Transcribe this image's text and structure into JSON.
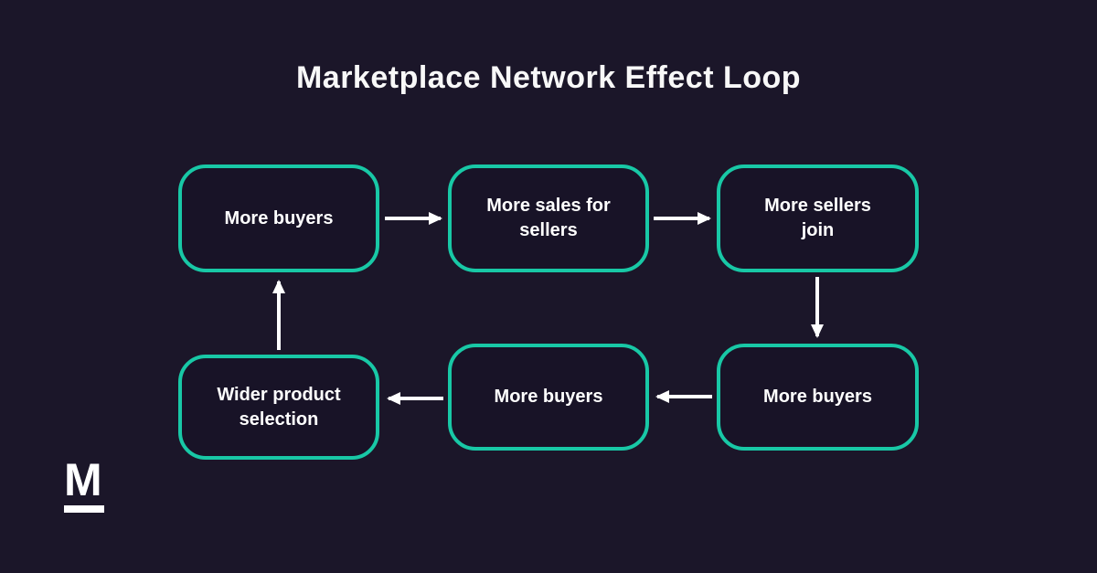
{
  "title": "Marketplace Network Effect Loop",
  "diagram": {
    "type": "cycle-flowchart",
    "nodes": [
      {
        "id": "top-left",
        "label": "More buyers"
      },
      {
        "id": "top-middle",
        "label": "More sales for sellers"
      },
      {
        "id": "top-right",
        "label": "More sellers join"
      },
      {
        "id": "bottom-right",
        "label": "More buyers"
      },
      {
        "id": "bottom-middle",
        "label": "More buyers"
      },
      {
        "id": "bottom-left",
        "label": "Wider product selection"
      }
    ],
    "edges": [
      {
        "from": "top-left",
        "to": "top-middle",
        "direction": "right"
      },
      {
        "from": "top-middle",
        "to": "top-right",
        "direction": "right"
      },
      {
        "from": "top-right",
        "to": "bottom-right",
        "direction": "down"
      },
      {
        "from": "bottom-right",
        "to": "bottom-middle",
        "direction": "left"
      },
      {
        "from": "bottom-middle",
        "to": "bottom-left",
        "direction": "left"
      },
      {
        "from": "bottom-left",
        "to": "top-left",
        "direction": "up"
      }
    ]
  },
  "logo": {
    "letter": "M"
  },
  "colors": {
    "background": "#1b1629",
    "node_fill": "#181327",
    "node_border": "#18c8a6",
    "arrow": "#ffffff",
    "text": "#ffffff"
  }
}
